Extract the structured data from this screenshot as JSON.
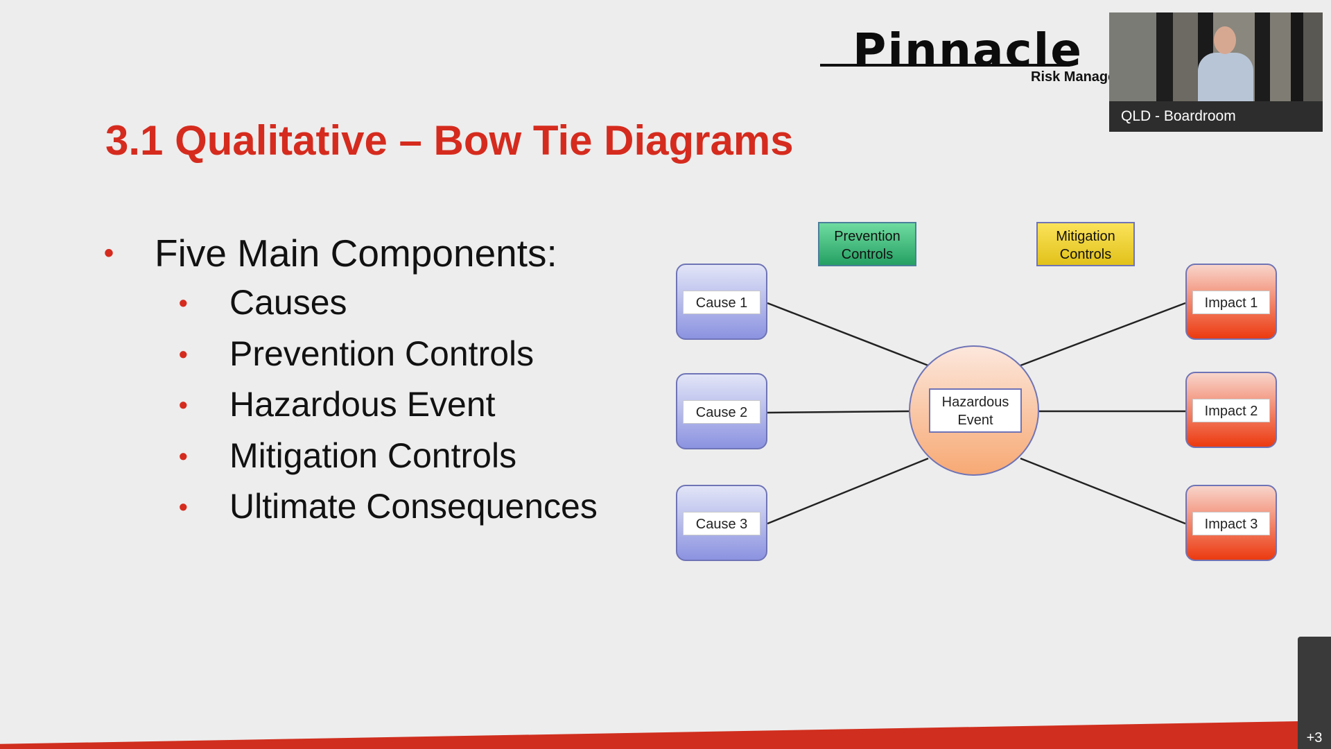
{
  "slide": {
    "title": "3.1 Qualitative – Bow Tie Diagrams",
    "logo": {
      "name": "Pinnacle",
      "tagline": "Risk Management"
    },
    "bullets": {
      "main": "Five Main Components:",
      "sub": [
        "Causes",
        "Prevention Controls",
        "Hazardous Event",
        "Mitigation Controls",
        "Ultimate Consequences"
      ]
    },
    "diagram": {
      "causes": [
        "Cause 1",
        "Cause 2",
        "Cause 3"
      ],
      "impacts": [
        "Impact 1",
        "Impact 2",
        "Impact 3"
      ],
      "hazard_line1": "Hazardous",
      "hazard_line2": "Event",
      "prevention_line1": "Prevention",
      "prevention_line2": "Controls",
      "mitigation_line1": "Mitigation",
      "mitigation_line2": "Controls"
    }
  },
  "meeting": {
    "video_tile_label": "QLD - Boardroom",
    "participant_overflow": "+3"
  },
  "colors": {
    "title_red": "#d52b1e",
    "cause_blue": "#8c93e0",
    "impact_red": "#ec3a10",
    "hazard_orange": "#f7a974",
    "prevention_green": "#25a063",
    "mitigation_yellow": "#e1c11a"
  },
  "icons": {
    "bullet": "bullet-dot-icon",
    "logo_mark": "pinnacle-logo"
  }
}
